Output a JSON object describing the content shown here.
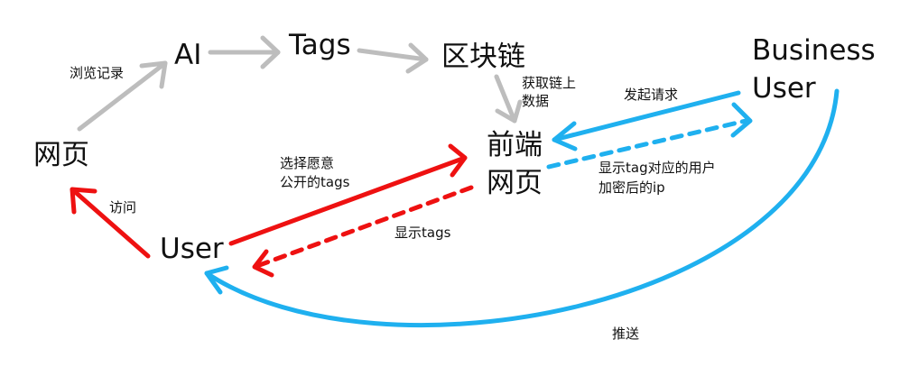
{
  "colors": {
    "gray": "#bdbdbd",
    "red": "#ee1111",
    "blue": "#1fb0ef",
    "text": "#111111"
  },
  "nodes": {
    "webpage_left": "网页",
    "ai": "AI",
    "tags": "Tags",
    "blockchain": "区块链",
    "frontend_line1": "前端",
    "frontend_line2": "网页",
    "business_line1": "Business",
    "business_line2": "User",
    "user": "User"
  },
  "edges": {
    "browse_history": "浏览记录",
    "fetch_onchain_line1": "获取链上",
    "fetch_onchain_line2": "数据",
    "send_request": "发起请求",
    "show_tag_users_line1": "显示tag对应的用户",
    "show_tag_users_line2": "加密后的ip",
    "choose_tags_line1": "选择愿意",
    "choose_tags_line2": "公开的tags",
    "show_tags": "显示tags",
    "visit": "访问",
    "push": "推送"
  }
}
